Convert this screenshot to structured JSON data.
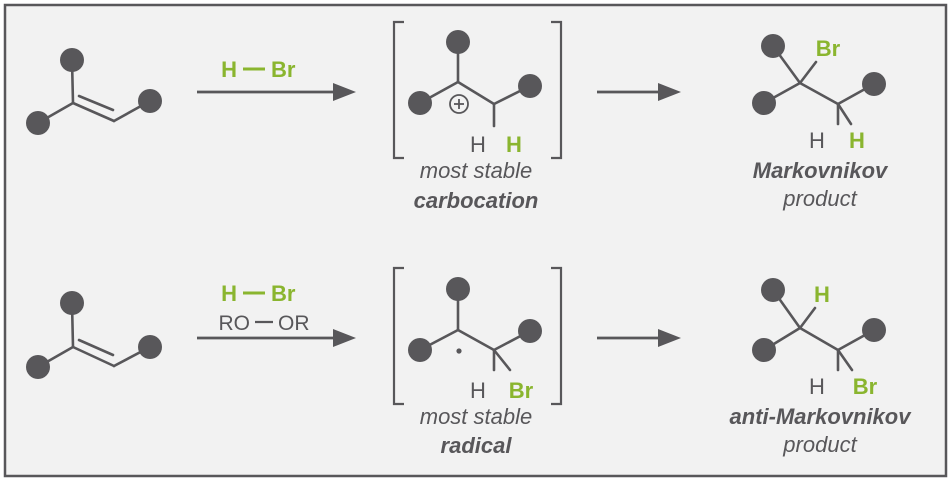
{
  "reaction1": {
    "reagent_h": "H",
    "reagent_br": "Br",
    "intermediate_h_gray": "H",
    "intermediate_h_green": "H",
    "intermediate_caption_1": "most stable",
    "intermediate_caption_2": "carbocation",
    "product_br": "Br",
    "product_h_gray": "H",
    "product_h_green": "H",
    "product_caption_1": "Markovnikov",
    "product_caption_2": "product"
  },
  "reaction2": {
    "reagent_h": "H",
    "reagent_br": "Br",
    "peroxide_left": "RO",
    "peroxide_right": "OR",
    "intermediate_h_gray": "H",
    "intermediate_br": "Br",
    "intermediate_caption_1": "most stable",
    "intermediate_caption_2": "radical",
    "product_h_green": "H",
    "product_h_gray": "H",
    "product_br": "Br",
    "product_caption_1": "anti-Markovnikov",
    "product_caption_2": "product"
  },
  "colors": {
    "background": "#f2f2f2",
    "frame": "#58575a",
    "structure": "#58575a",
    "accent_green": "#8ab52f"
  }
}
